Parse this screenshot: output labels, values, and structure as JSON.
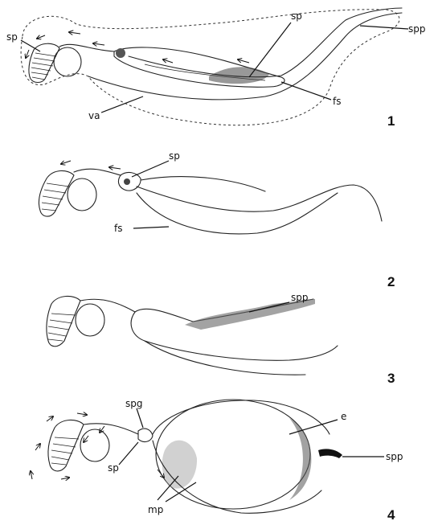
{
  "panels": [
    {
      "number": "1",
      "labels": {
        "sp_left": "sp",
        "sp_right": "sp",
        "spp": "spp",
        "fs": "fs",
        "va": "va"
      }
    },
    {
      "number": "2",
      "labels": {
        "sp": "sp",
        "fs": "fs"
      }
    },
    {
      "number": "3",
      "labels": {
        "spp": "spp"
      }
    },
    {
      "number": "4",
      "labels": {
        "spg": "spg",
        "sp": "sp",
        "mp": "mp",
        "e": "e",
        "spp": "spp"
      }
    }
  ]
}
